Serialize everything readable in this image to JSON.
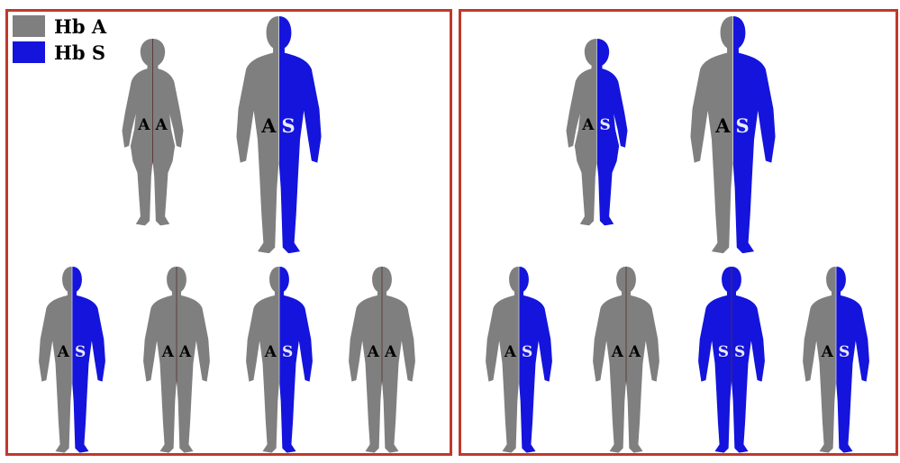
{
  "colors": {
    "hb_a": "#7f7f7f",
    "hb_s": "#1414dc",
    "panel_border": "#c0392b"
  },
  "legend": [
    {
      "label": "Hb A",
      "color": "#7f7f7f"
    },
    {
      "label": "Hb S",
      "color": "#1414dc"
    }
  ],
  "panels": [
    {
      "parents": [
        {
          "sex": "female",
          "alleles": [
            "A",
            "A"
          ]
        },
        {
          "sex": "male",
          "alleles": [
            "A",
            "S"
          ]
        }
      ],
      "children": [
        {
          "alleles": [
            "A",
            "S"
          ]
        },
        {
          "alleles": [
            "A",
            "A"
          ]
        },
        {
          "alleles": [
            "A",
            "S"
          ]
        },
        {
          "alleles": [
            "A",
            "A"
          ]
        }
      ]
    },
    {
      "parents": [
        {
          "sex": "female",
          "alleles": [
            "A",
            "S"
          ]
        },
        {
          "sex": "male",
          "alleles": [
            "A",
            "S"
          ]
        }
      ],
      "children": [
        {
          "alleles": [
            "A",
            "S"
          ]
        },
        {
          "alleles": [
            "A",
            "A"
          ]
        },
        {
          "alleles": [
            "S",
            "S"
          ]
        },
        {
          "alleles": [
            "A",
            "S"
          ]
        }
      ]
    }
  ]
}
